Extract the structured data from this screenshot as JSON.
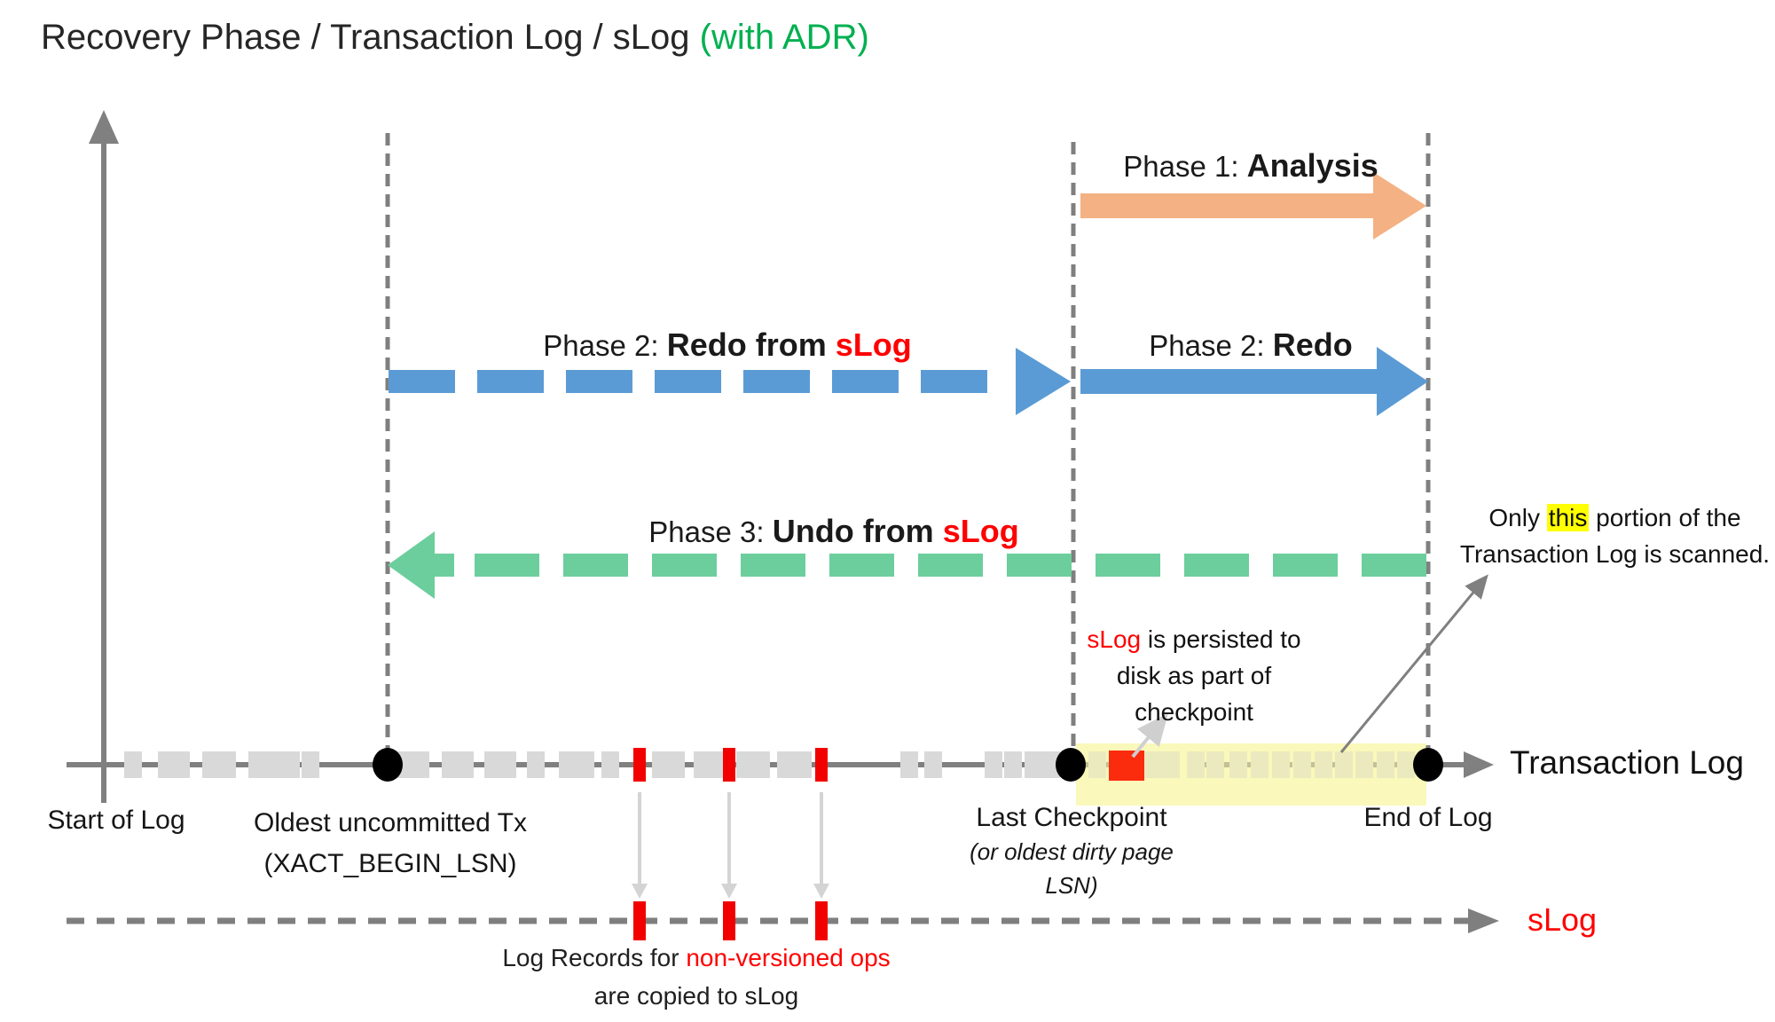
{
  "title": {
    "main": "Recovery Phase / Transaction Log / sLog ",
    "suffix": "(with ADR)"
  },
  "phases": {
    "phase1": {
      "prefix": "Phase 1: ",
      "bold": "Analysis"
    },
    "phase2_slog": {
      "prefix": "Phase 2: ",
      "bold": "Redo from ",
      "red": "sLog"
    },
    "phase2": {
      "prefix": "Phase 2: ",
      "bold": "Redo"
    },
    "phase3": {
      "prefix": "Phase 3: ",
      "bold": "Undo from ",
      "red": "sLog"
    }
  },
  "annotations": {
    "scan_note": {
      "before": "Only ",
      "highlight": "this",
      "after": " portion of the",
      "line2": "Transaction Log is scanned."
    },
    "persist_note": {
      "red": "sLog",
      "line1_rest": " is persisted to",
      "line2": "disk as part of",
      "line3": "checkpoint"
    },
    "slog_copy_note": {
      "line1_black": "Log Records for ",
      "line1_red": "non-versioned ops",
      "line2": "are copied to sLog"
    }
  },
  "axis": {
    "start_label": "Start of Log",
    "oldest_tx_line1": "Oldest uncommitted Tx",
    "oldest_tx_line2": "(XACT_BEGIN_LSN)",
    "checkpoint_line1": "Last Checkpoint",
    "checkpoint_line2": "(or oldest dirty page",
    "checkpoint_line3": "LSN)",
    "end_label": "End of Log",
    "axis_label": "Transaction Log",
    "slog_label": "sLog"
  },
  "colors": {
    "phase1_arrow": "#F4B183",
    "phase2_arrow": "#5B9BD5",
    "phase3_arrow": "#6CCE9C",
    "accent_red": "#FF0000",
    "red_marker": "#FB2B0E",
    "axis_gray": "#808080",
    "tick_gray": "#D9D9D9",
    "scan_highlight_region": "#FAF8CF",
    "text_highlight": "#FFFF00",
    "title_accent_green": "#00B050"
  },
  "ticks": {
    "gray": [
      150,
      188,
      204,
      238,
      256,
      290,
      308,
      328,
      350,
      458,
      474,
      508,
      524,
      556,
      572,
      604,
      640,
      660,
      688,
      745,
      762,
      792,
      808,
      840,
      858,
      886,
      905,
      1025,
      1052,
      1120,
      1142,
      1165,
      1185,
      1237,
      1300,
      1320,
      1348,
      1370,
      1396,
      1420,
      1444,
      1468,
      1492,
      1515,
      1538,
      1562,
      1585
    ],
    "red_axis": [
      721,
      822,
      926
    ],
    "red_slog": [
      721,
      822,
      926
    ]
  }
}
